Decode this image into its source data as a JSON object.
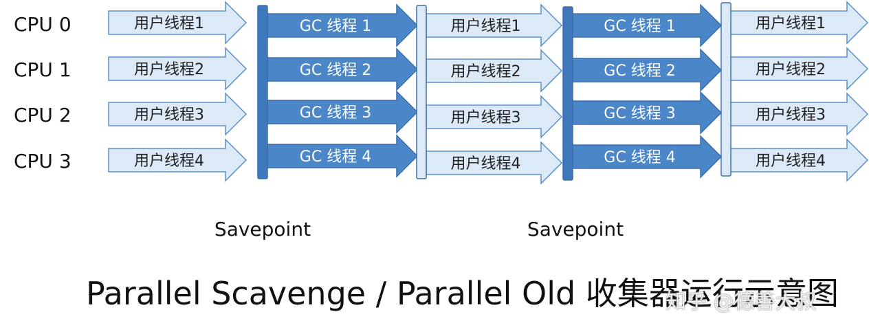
{
  "cpus": [
    "CPU 0",
    "CPU 1",
    "CPU 2",
    "CPU 3"
  ],
  "segments": [
    {
      "kind": "user",
      "labels": [
        "用户线程1",
        "用户线程2",
        "用户线程3",
        "用户线程4"
      ]
    },
    {
      "kind": "gc",
      "labels": [
        "GC 线程 1",
        "GC 线程 2",
        "GC 线程 3",
        "GC 线程 4"
      ]
    },
    {
      "kind": "user",
      "labels": [
        "用户线程1",
        "用户线程2",
        "用户线程3",
        "用户线程4"
      ]
    },
    {
      "kind": "gc",
      "labels": [
        "GC 线程 1",
        "GC 线程 2",
        "GC 线程 3",
        "GC 线程 4"
      ]
    },
    {
      "kind": "user",
      "labels": [
        "用户线程1",
        "用户线程2",
        "用户线程3",
        "用户线程4"
      ]
    }
  ],
  "savepoint_labels": [
    "Savepoint",
    "Savepoint"
  ],
  "title": "Parallel Scavenge / Parallel Old 收集器运行示意图",
  "watermark": "知乎 @德善大叔",
  "colors": {
    "user_fill": "#dce9f7",
    "user_stroke": "#5b8fc9",
    "gc_fill": "#4a86c8",
    "gc_stroke": "#3a6fa8",
    "bar_dark": "#3f78bd",
    "bar_light": "#dce9f7",
    "text": "#111111",
    "user_text": "#222222",
    "gc_text": "#ffffff"
  }
}
